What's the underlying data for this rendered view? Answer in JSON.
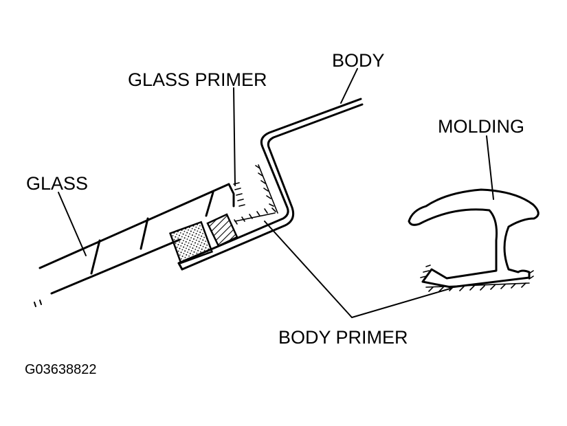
{
  "labels": {
    "body": "BODY",
    "glass_primer": "GLASS PRIMER",
    "glass": "GLASS",
    "molding": "MOLDING",
    "body_primer": "BODY PRIMER"
  },
  "figure_code": "G03638822"
}
